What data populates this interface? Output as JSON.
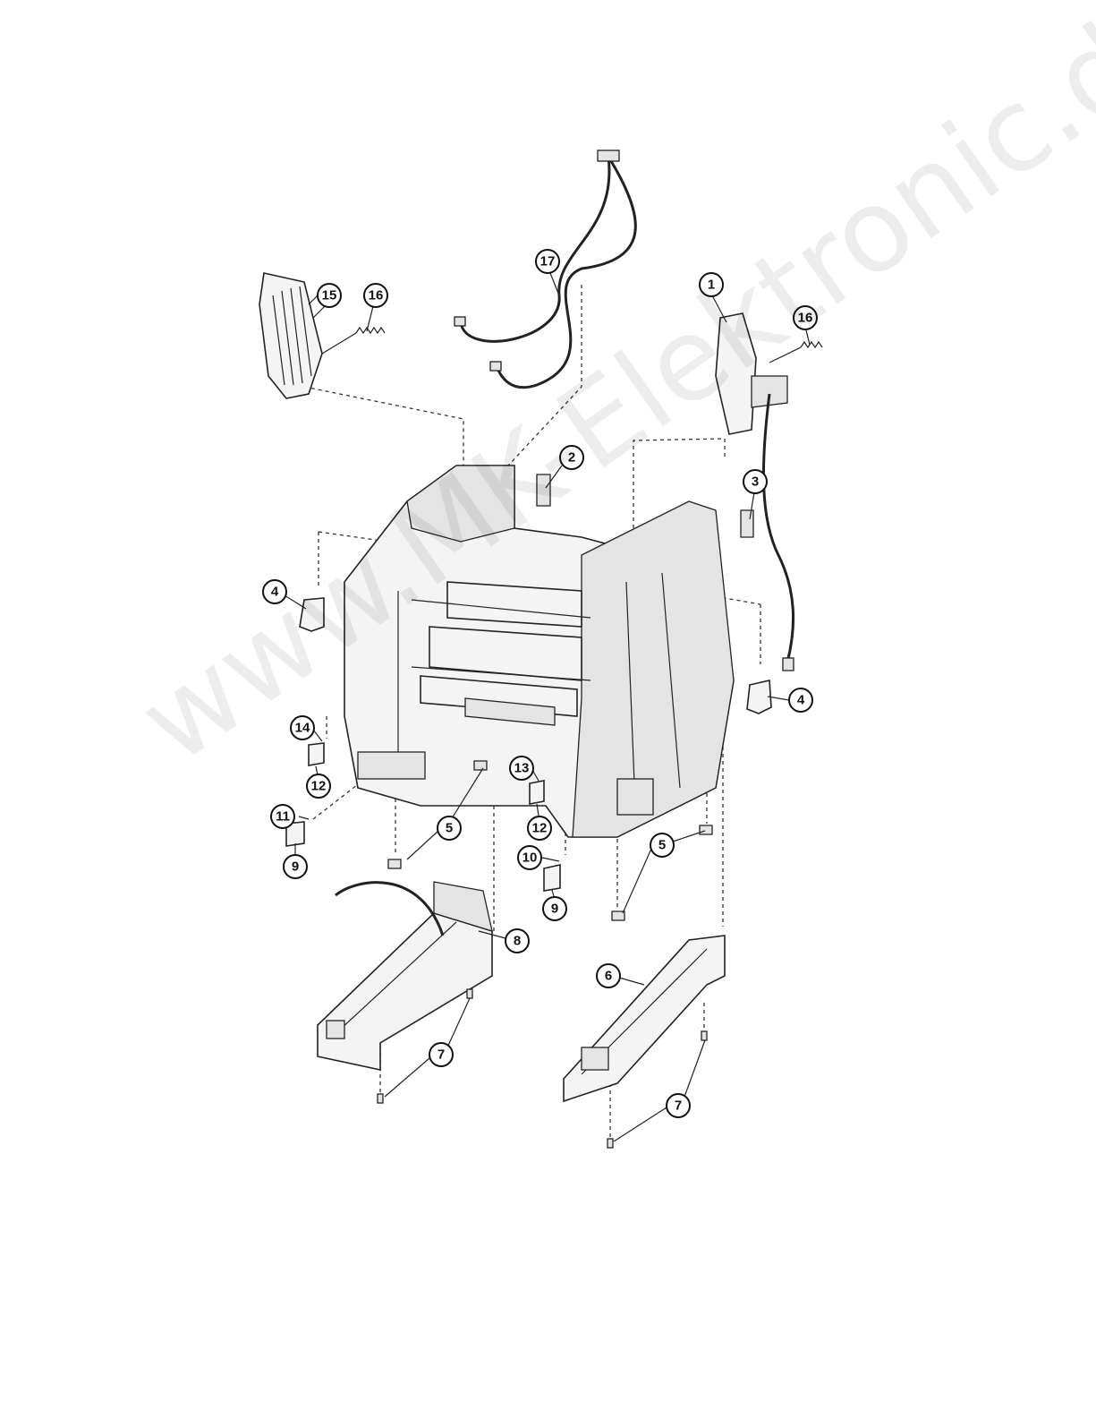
{
  "watermark": "www.MK-Elektronic.de",
  "callouts": [
    {
      "id": "c1",
      "label": "1"
    },
    {
      "id": "c2",
      "label": "2"
    },
    {
      "id": "c3",
      "label": "3"
    },
    {
      "id": "c4a",
      "label": "4"
    },
    {
      "id": "c4b",
      "label": "4"
    },
    {
      "id": "c5a",
      "label": "5"
    },
    {
      "id": "c5b",
      "label": "5"
    },
    {
      "id": "c6",
      "label": "6"
    },
    {
      "id": "c7a",
      "label": "7"
    },
    {
      "id": "c7b",
      "label": "7"
    },
    {
      "id": "c8",
      "label": "8"
    },
    {
      "id": "c9a",
      "label": "9"
    },
    {
      "id": "c9b",
      "label": "9"
    },
    {
      "id": "c10",
      "label": "10"
    },
    {
      "id": "c11",
      "label": "11"
    },
    {
      "id": "c12a",
      "label": "12"
    },
    {
      "id": "c12b",
      "label": "12"
    },
    {
      "id": "c13",
      "label": "13"
    },
    {
      "id": "c14",
      "label": "14"
    },
    {
      "id": "c15",
      "label": "15"
    },
    {
      "id": "c16a",
      "label": "16"
    },
    {
      "id": "c16b",
      "label": "16"
    },
    {
      "id": "c17",
      "label": "17"
    }
  ]
}
